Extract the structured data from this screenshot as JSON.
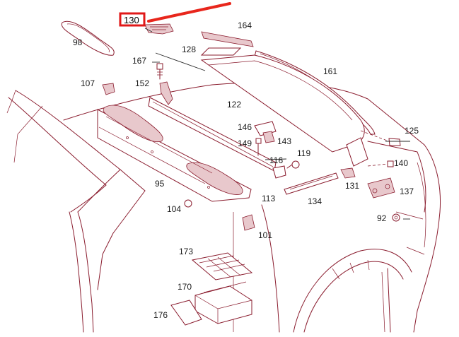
{
  "diagram": {
    "callouts": [
      {
        "id": "98",
        "label": "98"
      },
      {
        "id": "164",
        "label": "164"
      },
      {
        "id": "128",
        "label": "128"
      },
      {
        "id": "167",
        "label": "167"
      },
      {
        "id": "161",
        "label": "161"
      },
      {
        "id": "107",
        "label": "107"
      },
      {
        "id": "152",
        "label": "152"
      },
      {
        "id": "122",
        "label": "122"
      },
      {
        "id": "146",
        "label": "146"
      },
      {
        "id": "143",
        "label": "143"
      },
      {
        "id": "125",
        "label": "125"
      },
      {
        "id": "149",
        "label": "149"
      },
      {
        "id": "116",
        "label": "116"
      },
      {
        "id": "119",
        "label": "119"
      },
      {
        "id": "140",
        "label": "140"
      },
      {
        "id": "95",
        "label": "95"
      },
      {
        "id": "131",
        "label": "131"
      },
      {
        "id": "137",
        "label": "137"
      },
      {
        "id": "113",
        "label": "113"
      },
      {
        "id": "134",
        "label": "134"
      },
      {
        "id": "104",
        "label": "104"
      },
      {
        "id": "92",
        "label": "92"
      },
      {
        "id": "101",
        "label": "101"
      },
      {
        "id": "173",
        "label": "173"
      },
      {
        "id": "170",
        "label": "170"
      },
      {
        "id": "176",
        "label": "176"
      }
    ],
    "highlight": {
      "label": "130",
      "box_color": "#e01818",
      "arrow_color": "#e8261c"
    },
    "colors": {
      "line_art": "#8a1c2e",
      "text": "#1a1a1a"
    }
  }
}
